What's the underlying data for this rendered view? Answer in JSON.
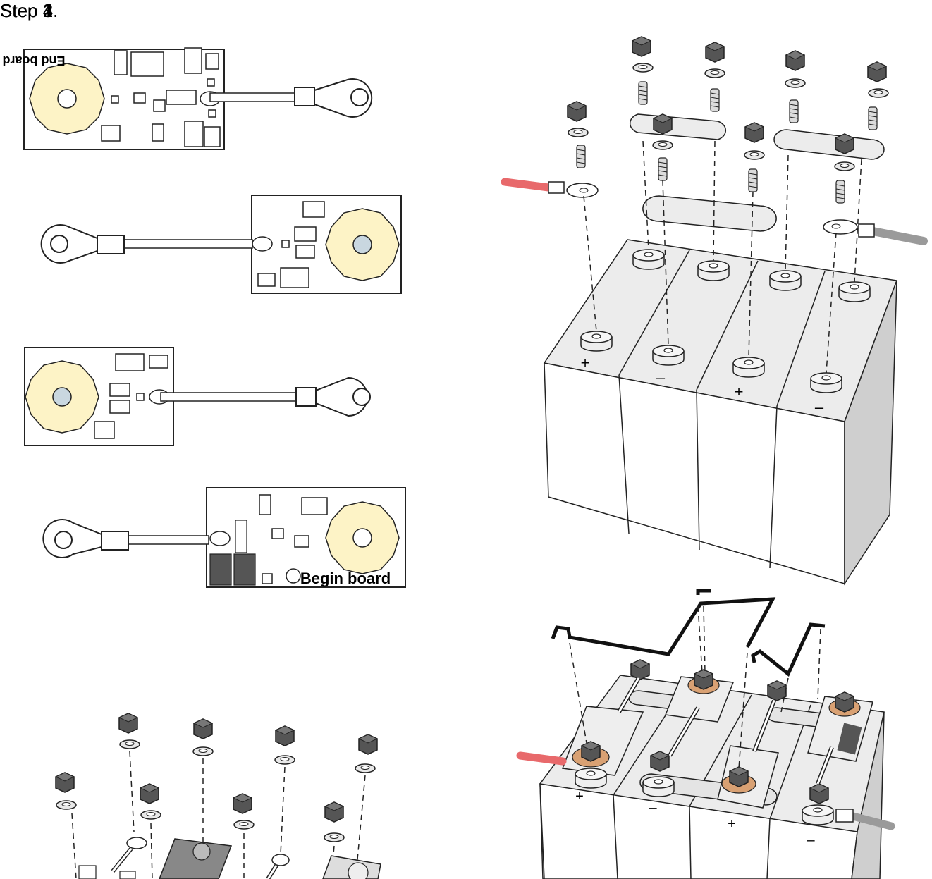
{
  "steps": {
    "step1": "Step 1.",
    "step2": "Step 2.",
    "step3": "Step 3.",
    "step4": "Step 4."
  },
  "boards": {
    "end_board": "End board",
    "begin_board": "Begin board"
  },
  "terminal_marks": {
    "plus": "+",
    "minus": "–"
  },
  "colors": {
    "pad": "#fdf3c6",
    "pad_hole_blue": "#c9d7e0",
    "red_wire": "#e8696b",
    "gray_wire": "#9a9a9a",
    "copper": "#d9a173",
    "nut": "#555555",
    "cell_top": "#ececec",
    "cell_front": "#ffffff",
    "cell_side": "#cfcfcf"
  }
}
